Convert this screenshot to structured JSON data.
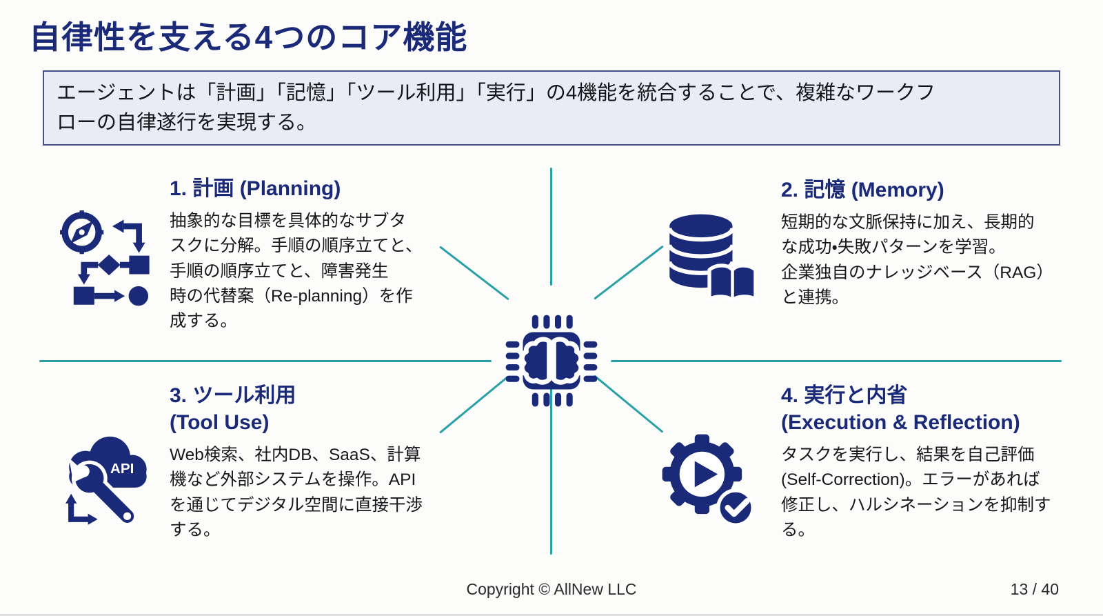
{
  "slide": {
    "title": "自律性を支える4つのコア機能",
    "summary": "エージェントは「計画」「記憶」「ツール利用」「実行」の4機能を統合することで、複雑なワークフ\nローの自律遂行を実現する。",
    "footer": {
      "copyright": "Copyright © AllNew LLC",
      "page": "13 / 40"
    }
  },
  "center": {
    "icon": "brain-chip-icon"
  },
  "quadrants": [
    {
      "id": "planning",
      "heading": "1. 計画 (Planning)",
      "body": "抽象的な目標を具体的なサブタ\nスクに分解。手順の順序立てと、\n手順の順序立てと、障害発生\n時の代替案（Re-planning）を作\n成する。",
      "icon": "compass-flowchart-icon"
    },
    {
      "id": "memory",
      "heading": "2. 記憶 (Memory)",
      "body": "短期的な文脈保持に加え、長期的\nな成功・失敗パターンを学習。\n企業独自のナレッジベース（RAG）\nと連携。",
      "icon": "database-book-icon"
    },
    {
      "id": "tool-use",
      "heading_line1": "3. ツール利用",
      "heading_line2": "(Tool Use)",
      "body": "Web検索、社内DB、SaaS、計算\n機など外部システムを操作。API\nを通じてデジタル空間に直接干渉\nする。",
      "icon": "cloud-api-wrench-icon",
      "icon_label": "API"
    },
    {
      "id": "execution",
      "heading_line1": "4. 実行と内省",
      "heading_line2": "(Execution & Reflection)",
      "body": "タスクを実行し、結果を自己評価\n(Self-Correction)。エラーがあれば\n修正し、ハルシネーションを抑制す\nる。",
      "icon": "gear-play-check-icon"
    }
  ],
  "colors": {
    "navy": "#1a2a78",
    "teal": "#27a1a6",
    "summary_bg": "#e9ecf4",
    "summary_border": "#434f8a"
  }
}
